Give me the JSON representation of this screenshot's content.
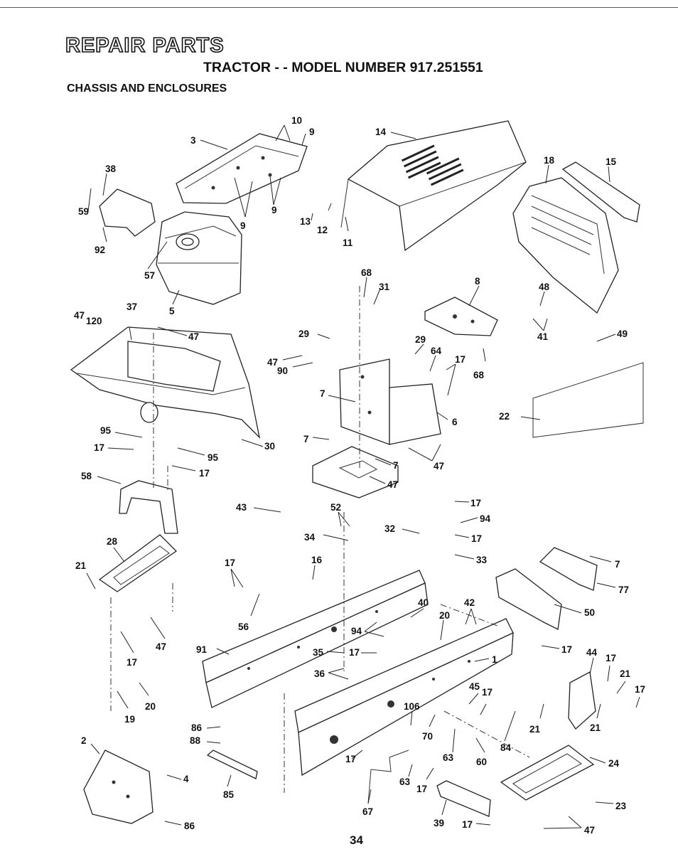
{
  "header": {
    "title": "REPAIR PARTS",
    "model_line": "TRACTOR - - MODEL NUMBER 917.251551",
    "section": "CHASSIS AND ENCLOSURES"
  },
  "footer": {
    "page_number": "34"
  },
  "callouts": [
    "10",
    "9",
    "3",
    "9",
    "9",
    "14",
    "18",
    "15",
    "38",
    "59",
    "92",
    "57",
    "5",
    "13",
    "12",
    "11",
    "68",
    "31",
    "8",
    "48",
    "41",
    "49",
    "47",
    "120",
    "37",
    "47",
    "29",
    "29",
    "64",
    "17",
    "47",
    "90",
    "68",
    "7",
    "6",
    "22",
    "95",
    "17",
    "95",
    "17",
    "58",
    "7",
    "7",
    "47",
    "30",
    "47",
    "43",
    "52",
    "34",
    "32",
    "17",
    "94",
    "17",
    "33",
    "7",
    "77",
    "28",
    "21",
    "17",
    "16",
    "56",
    "40",
    "42",
    "50",
    "20",
    "94",
    "91",
    "35",
    "17",
    "36",
    "17",
    "1",
    "44",
    "17",
    "21",
    "17",
    "47",
    "17",
    "20",
    "19",
    "45",
    "17",
    "106",
    "70",
    "21",
    "21",
    "86",
    "88",
    "2",
    "4",
    "84",
    "63",
    "60",
    "24",
    "85",
    "17",
    "67",
    "63",
    "17",
    "23",
    "86",
    "39",
    "17",
    "47"
  ]
}
